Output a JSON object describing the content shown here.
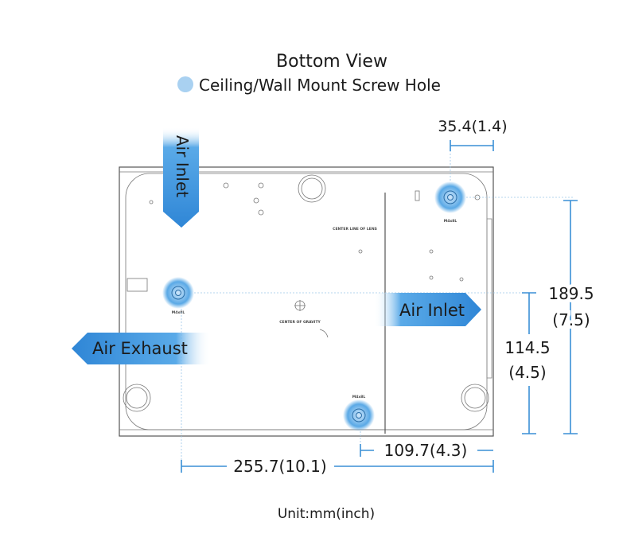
{
  "title": "Bottom View",
  "legend": {
    "label": "Ceiling/Wall Mount Screw Hole",
    "color": "#a9d1f1"
  },
  "annotations": {
    "center_lens": "CENTER LINE OF LENS",
    "center_gravity": "CENTER OF GRAVITY",
    "screw_label": "M4x8L"
  },
  "arrows": {
    "air_inlet_top": "Air Inlet",
    "air_inlet_right": "Air Inlet",
    "air_exhaust": "Air Exhaust",
    "color": "#3a93dc"
  },
  "dimensions": {
    "top_offset": "35.4(1.4)",
    "height_total_mm": "189.5",
    "height_total_in": "(7.5)",
    "height_partial_mm": "114.5",
    "height_partial_in": "(4.5)",
    "width_total": "255.7(10.1)",
    "width_partial": "109.7(4.3)"
  },
  "unit": "Unit:mm(inch)"
}
